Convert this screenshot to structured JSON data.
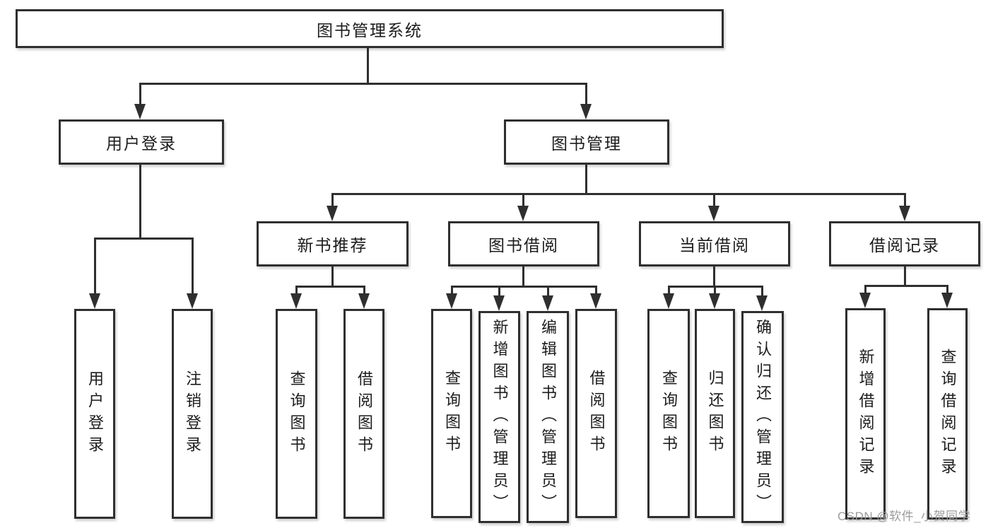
{
  "diagram": {
    "root": {
      "label": "图书管理系统"
    },
    "level1": [
      {
        "label": "用户登录"
      },
      {
        "label": "图书管理"
      }
    ],
    "level2": [
      {
        "label": "新书推荐"
      },
      {
        "label": "图书借阅"
      },
      {
        "label": "当前借阅"
      },
      {
        "label": "借阅记录"
      }
    ],
    "leaves": {
      "user_login": [
        {
          "label": "用户登录"
        },
        {
          "label": "注销登录"
        }
      ],
      "new_book": [
        {
          "label": "查询图书"
        },
        {
          "label": "借阅图书"
        }
      ],
      "book_borrow": [
        {
          "label": "查询图书"
        },
        {
          "label": "新增图书（管理员）"
        },
        {
          "label": "编辑图书（管理员）"
        },
        {
          "label": "借阅图书"
        }
      ],
      "current_borrow": [
        {
          "label": "查询图书"
        },
        {
          "label": "归还图书"
        },
        {
          "label": "确认归还（管理员）"
        }
      ],
      "borrow_records": [
        {
          "label": "新增借阅记录"
        },
        {
          "label": "查询借阅记录"
        }
      ]
    }
  },
  "watermark": {
    "text": "CSDN @软件_小贺同学"
  },
  "colors": {
    "line": "#2f2f2f",
    "text": "#1c1c1c",
    "watermark": "#9b9b9b",
    "background": "#ffffff"
  }
}
